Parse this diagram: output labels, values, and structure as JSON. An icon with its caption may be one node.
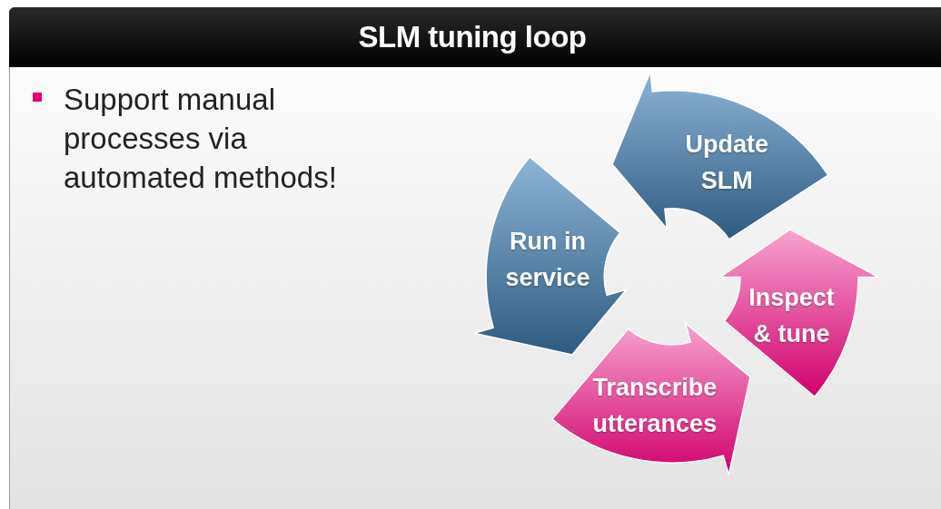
{
  "diagram": {
    "title": "SLM tuning loop",
    "nodes": [
      {
        "text": [
          "Update SLM"
        ]
      },
      {
        "text": [
          "Inspect & tune"
        ]
      },
      {
        "text": [
          "Transcribe utterances"
        ]
      },
      {
        "text": [
          "Run in service"
        ]
      }
    ],
    "labels": [
      "Support manual processes via automated methods!"
    ]
  }
}
